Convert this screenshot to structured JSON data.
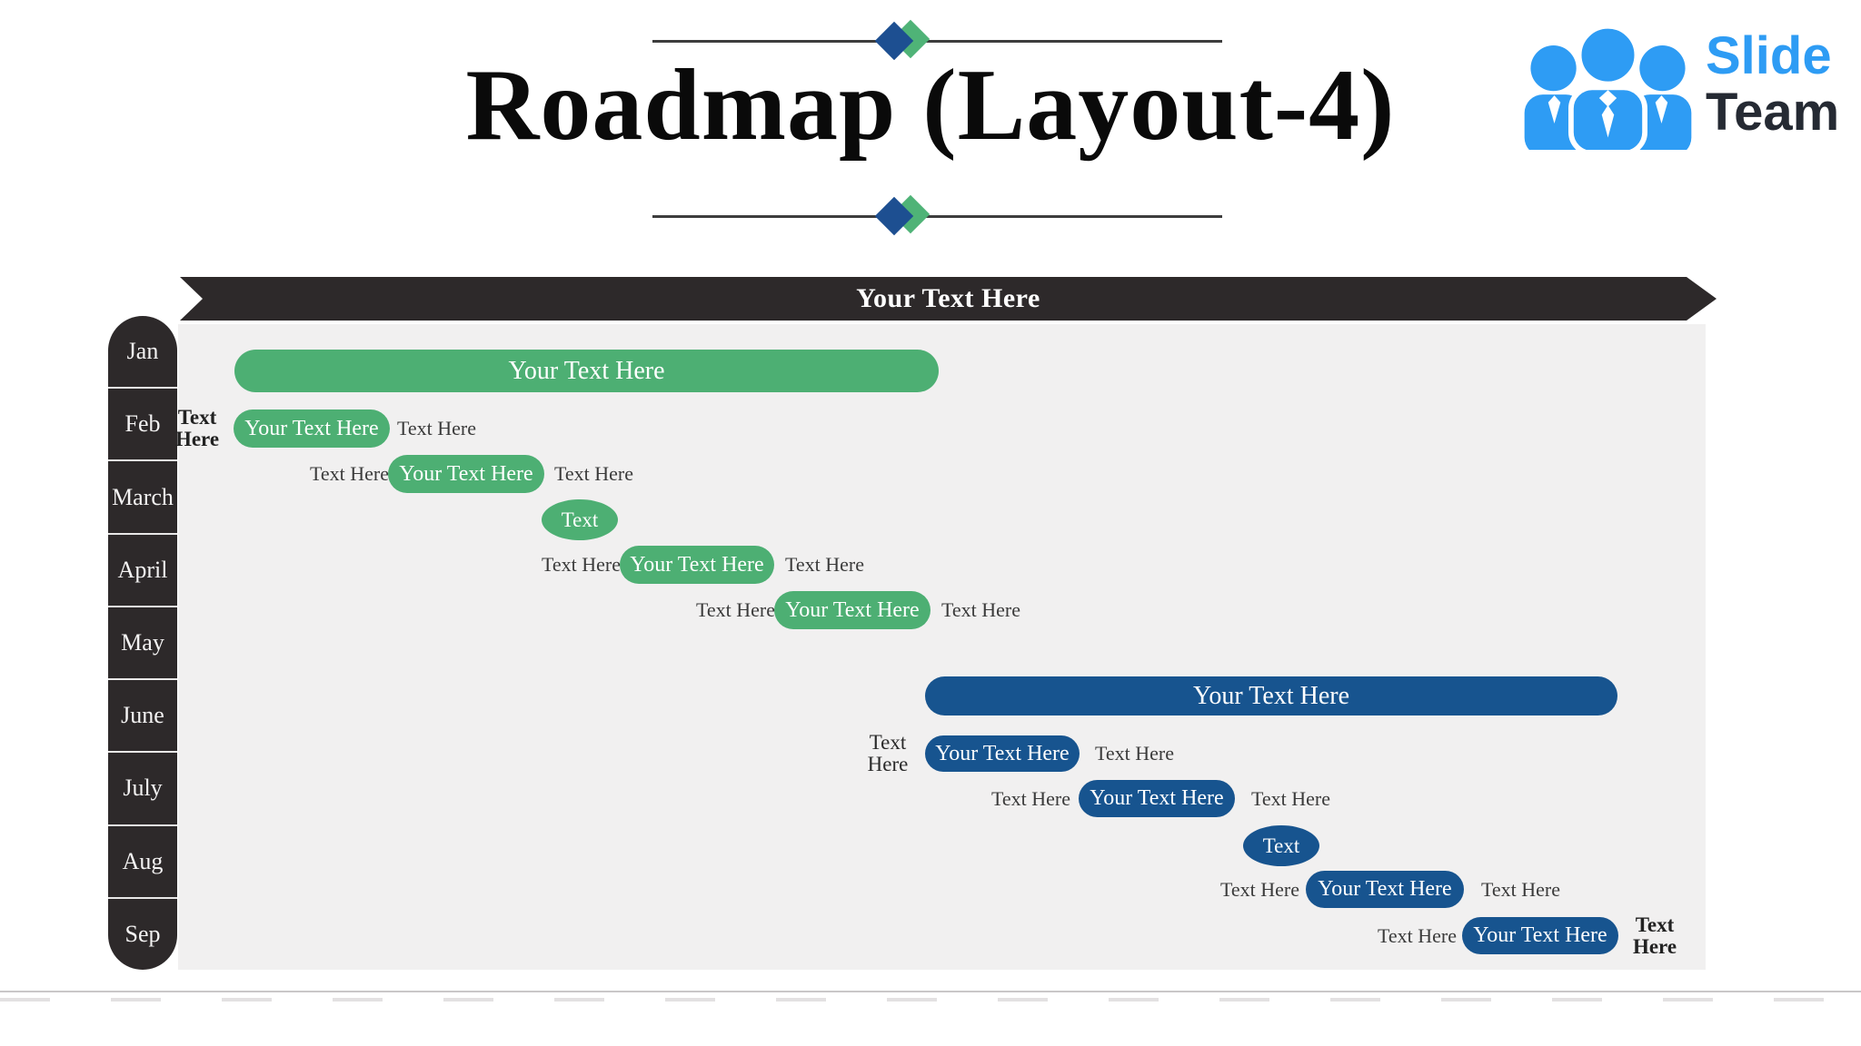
{
  "title": "Roadmap (Layout-4)",
  "logo": {
    "line1": "Slide",
    "line2": "Team"
  },
  "banner_label": "Your Text Here",
  "months": [
    "Jan",
    "Feb",
    "March",
    "April",
    "May",
    "June",
    "July",
    "Aug",
    "Sep"
  ],
  "green": {
    "bar": "Your Text Here",
    "row1": {
      "left": "Text Here",
      "pill": "Your Text Here",
      "right": "Text Here"
    },
    "row2": {
      "left": "Text Here",
      "pill": "Your Text Here",
      "right": "Text Here"
    },
    "ellipse": "Text",
    "row3": {
      "left": "Text Here",
      "pill": "Your Text Here",
      "right": "Text Here"
    },
    "row4": {
      "left": "Text Here",
      "pill": "Your Text Here",
      "right": "Text Here"
    }
  },
  "blue": {
    "bar": "Your Text Here",
    "row1": {
      "left": "Text Here",
      "pill": "Your Text Here",
      "right": "Text Here"
    },
    "row2": {
      "left": "Text Here",
      "pill": "Your Text Here",
      "right": "Text Here"
    },
    "ellipse": "Text",
    "row3": {
      "left": "Text Here",
      "pill": "Your Text Here",
      "right": "Text Here"
    },
    "row4": {
      "left": "Text Here",
      "pill": "Your Text Here",
      "right": "Text Here"
    }
  },
  "colors": {
    "green": "#4DAF73",
    "blue": "#17548F",
    "dark_banner": "#2D292A",
    "panel_gray": "#F1F0F0",
    "logo_blue": "#2E9CF4",
    "logo_dark": "#252A33",
    "diamond_blue": "#1D4F91",
    "diamond_green": "#4FB377"
  }
}
